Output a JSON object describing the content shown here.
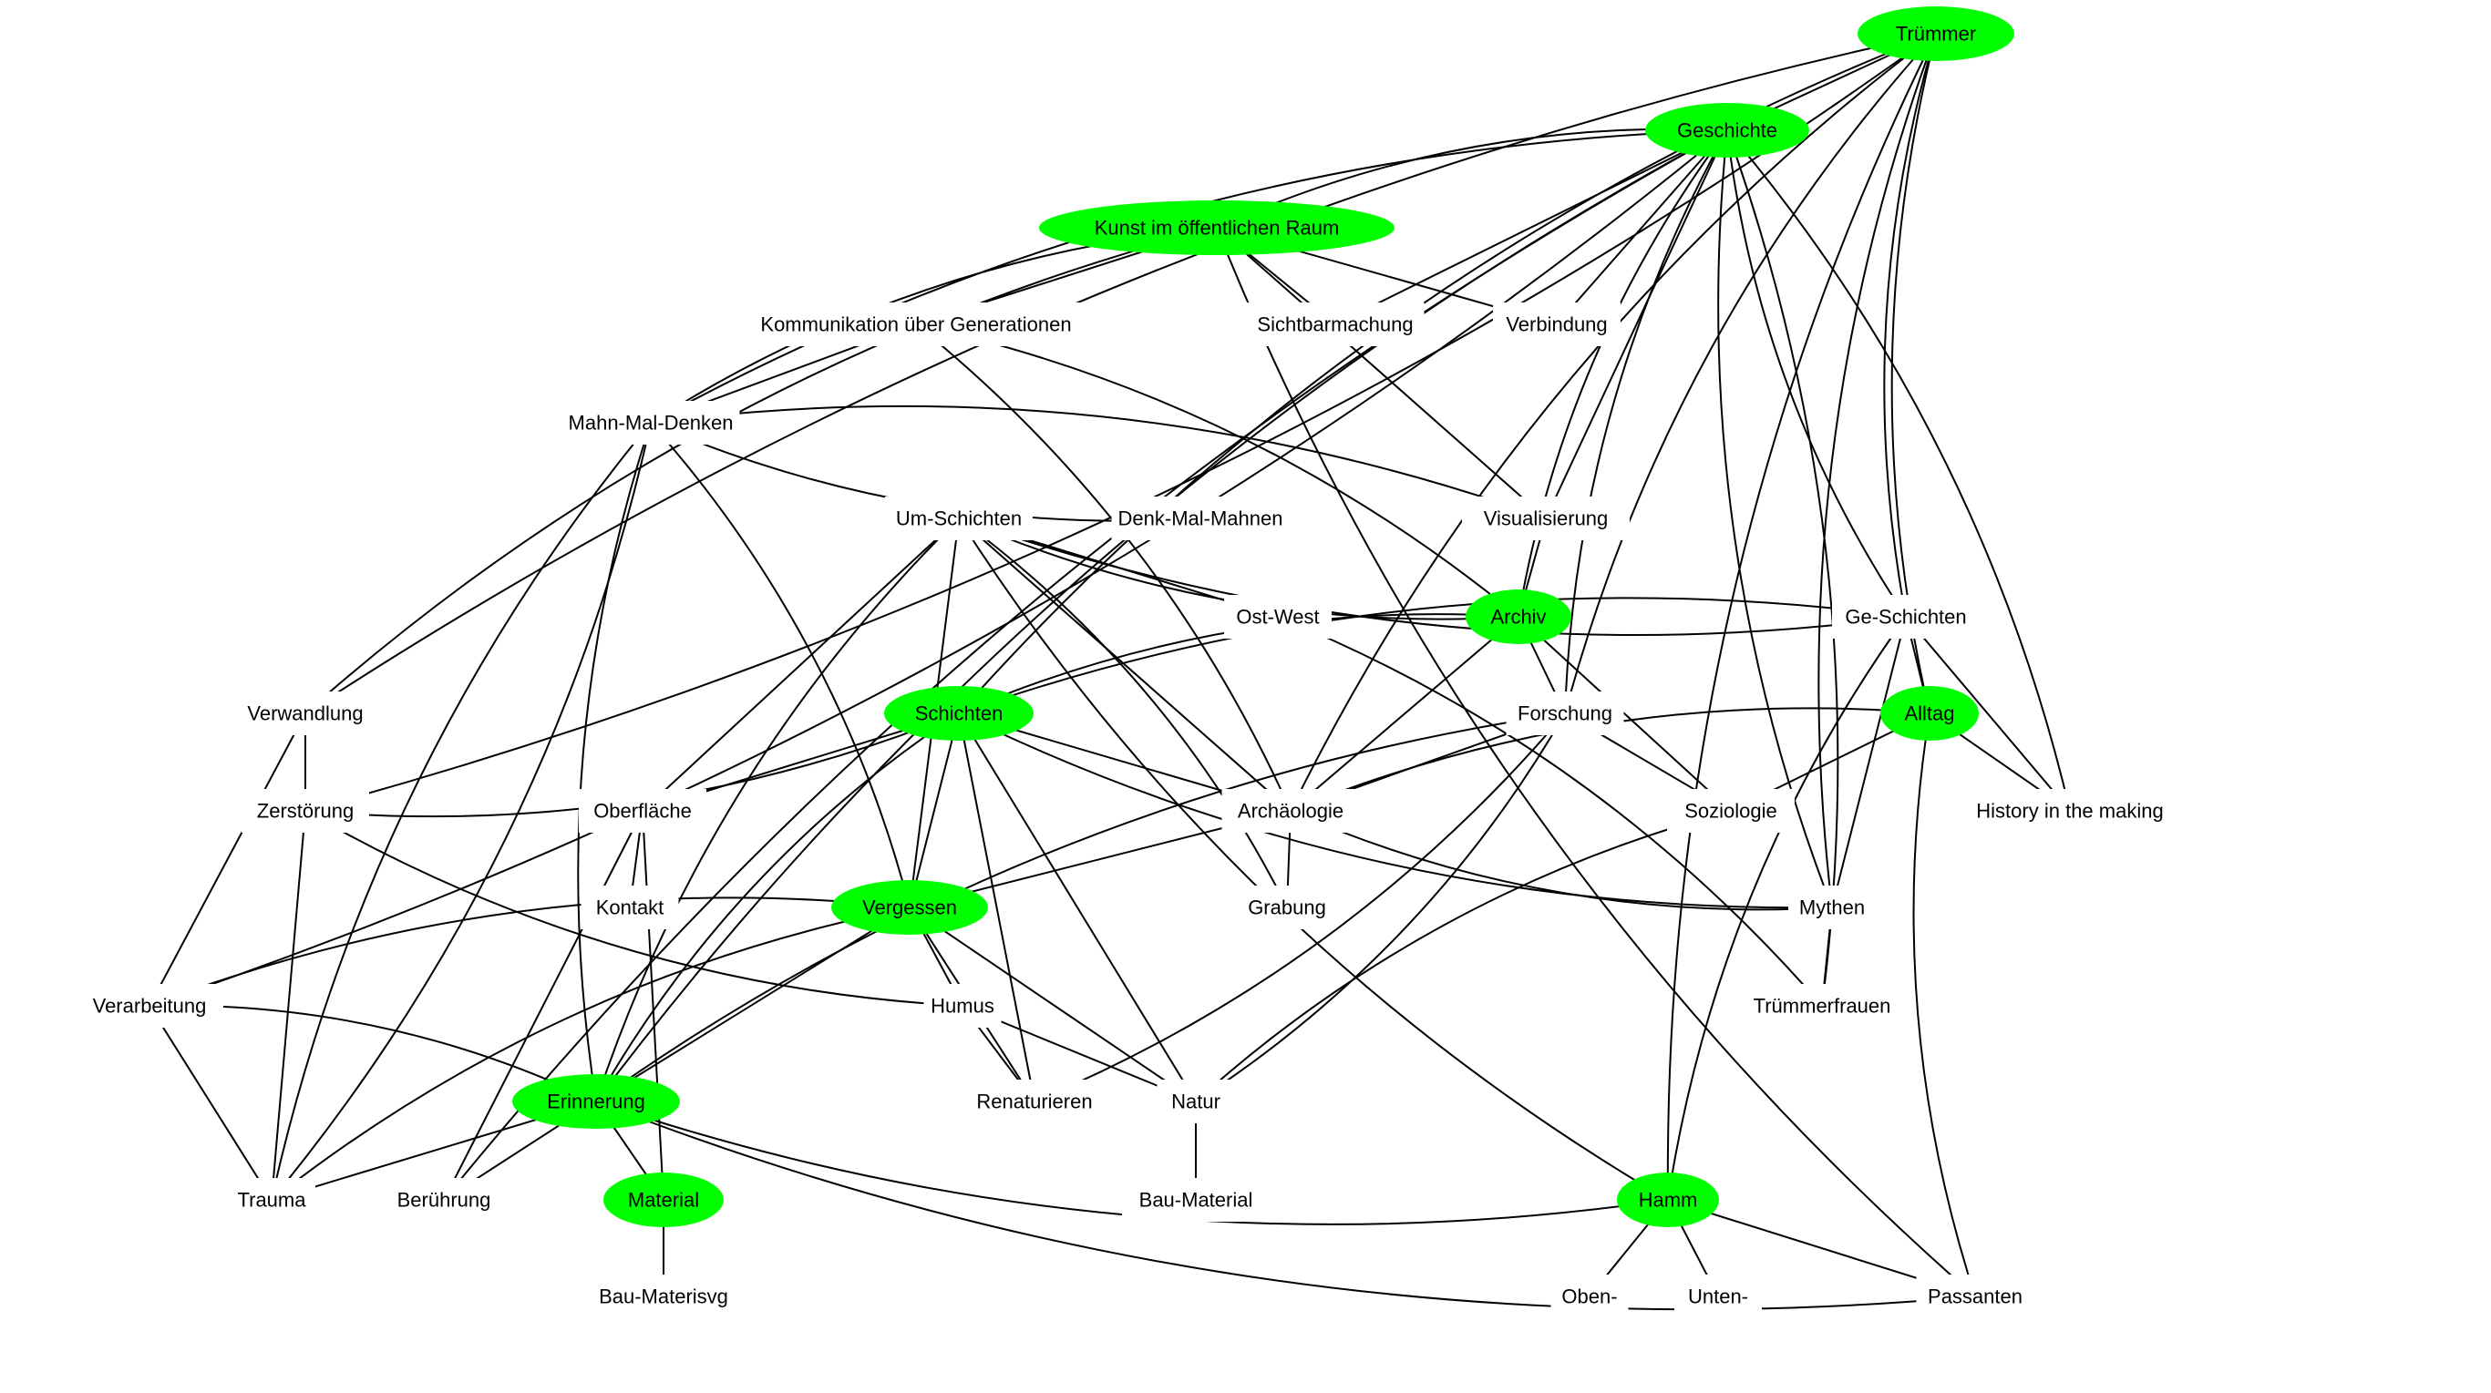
{
  "title": "Begriffsnetz Trümmer",
  "colors": {
    "highlight_node": "#00ff00",
    "edge": "#000000",
    "background": "#ffffff"
  },
  "nodes": [
    {
      "id": "truemmer",
      "label": "Trümmer",
      "highlighted": true
    },
    {
      "id": "geschichte",
      "label": "Geschichte",
      "highlighted": true
    },
    {
      "id": "kunst",
      "label": "Kunst im öffentlichen Raum",
      "highlighted": true
    },
    {
      "id": "kommunikation",
      "label": "Kommunikation über Generationen",
      "highlighted": false
    },
    {
      "id": "sichtbarmachung",
      "label": "Sichtbarmachung",
      "highlighted": false
    },
    {
      "id": "verbindung",
      "label": "Verbindung",
      "highlighted": false
    },
    {
      "id": "mahnmaldenken",
      "label": "Mahn-Mal-Denken",
      "highlighted": false
    },
    {
      "id": "denkmalmahnen",
      "label": "Denk-Mal-Mahnen",
      "highlighted": false
    },
    {
      "id": "visualisierung",
      "label": "Visualisierung",
      "highlighted": false
    },
    {
      "id": "umschichten",
      "label": "Um-Schichten",
      "highlighted": false
    },
    {
      "id": "ostwest",
      "label": "Ost-West",
      "highlighted": false
    },
    {
      "id": "archiv",
      "label": "Archiv",
      "highlighted": true
    },
    {
      "id": "geschichten",
      "label": "Ge-Schichten",
      "highlighted": false
    },
    {
      "id": "verwandlung",
      "label": "Verwandlung",
      "highlighted": false
    },
    {
      "id": "schichten",
      "label": "Schichten",
      "highlighted": true
    },
    {
      "id": "forschung",
      "label": "Forschung",
      "highlighted": false
    },
    {
      "id": "alltag",
      "label": "Alltag",
      "highlighted": true
    },
    {
      "id": "zerstoerung",
      "label": "Zerstörung",
      "highlighted": false
    },
    {
      "id": "oberflaeche",
      "label": "Oberfläche",
      "highlighted": false
    },
    {
      "id": "archaeologie",
      "label": "Archäologie",
      "highlighted": false
    },
    {
      "id": "soziologie",
      "label": "Soziologie",
      "highlighted": false
    },
    {
      "id": "history",
      "label": "History in the making",
      "highlighted": false
    },
    {
      "id": "kontakt",
      "label": "Kontakt",
      "highlighted": false
    },
    {
      "id": "vergessen",
      "label": "Vergessen",
      "highlighted": true
    },
    {
      "id": "grabung",
      "label": "Grabung",
      "highlighted": false
    },
    {
      "id": "mythen",
      "label": "Mythen",
      "highlighted": false
    },
    {
      "id": "verarbeitung",
      "label": "Verarbeitung",
      "highlighted": false
    },
    {
      "id": "humus",
      "label": "Humus",
      "highlighted": false
    },
    {
      "id": "truemmerfrauen",
      "label": "Trümmerfrauen",
      "highlighted": false
    },
    {
      "id": "erinnerung",
      "label": "Erinnerung",
      "highlighted": true
    },
    {
      "id": "renaturieren",
      "label": "Renaturieren",
      "highlighted": false
    },
    {
      "id": "natur",
      "label": "Natur",
      "highlighted": false
    },
    {
      "id": "trauma",
      "label": "Trauma",
      "highlighted": false
    },
    {
      "id": "beruehrung",
      "label": "Berührung",
      "highlighted": false
    },
    {
      "id": "material",
      "label": "Material",
      "highlighted": true
    },
    {
      "id": "baumaterial",
      "label": "Bau-Material",
      "highlighted": false
    },
    {
      "id": "hamm",
      "label": "Hamm",
      "highlighted": true
    },
    {
      "id": "baumaterisvg",
      "label": "Bau-Materisvg",
      "highlighted": false
    },
    {
      "id": "oben",
      "label": "Oben-",
      "highlighted": false
    },
    {
      "id": "unten",
      "label": "Unten-",
      "highlighted": false
    },
    {
      "id": "passanten",
      "label": "Passanten",
      "highlighted": false
    }
  ],
  "edges": [
    [
      "truemmer",
      "geschichte"
    ],
    [
      "truemmer",
      "zerstoerung"
    ],
    [
      "truemmer",
      "schichten"
    ],
    [
      "truemmer",
      "archaeologie"
    ],
    [
      "truemmer",
      "forschung"
    ],
    [
      "truemmer",
      "geschichten"
    ],
    [
      "truemmer",
      "alltag"
    ],
    [
      "truemmer",
      "mythen"
    ],
    [
      "truemmer",
      "hamm"
    ],
    [
      "truemmer",
      "verwandlung"
    ],
    [
      "geschichte",
      "kunst"
    ],
    [
      "geschichte",
      "sichtbarmachung"
    ],
    [
      "geschichte",
      "verbindung"
    ],
    [
      "geschichte",
      "visualisierung"
    ],
    [
      "geschichte",
      "archiv"
    ],
    [
      "geschichte",
      "forschung"
    ],
    [
      "geschichte",
      "geschichten"
    ],
    [
      "geschichte",
      "history"
    ],
    [
      "geschichte",
      "truemmerfrauen"
    ],
    [
      "geschichte",
      "mythen"
    ],
    [
      "geschichte",
      "mahnmaldenken"
    ],
    [
      "geschichte",
      "verarbeitung"
    ],
    [
      "geschichte",
      "erinnerung"
    ],
    [
      "geschichte",
      "beruehrung"
    ],
    [
      "kunst",
      "kommunikation"
    ],
    [
      "kunst",
      "sichtbarmachung"
    ],
    [
      "kunst",
      "verbindung"
    ],
    [
      "kunst",
      "mahnmaldenken"
    ],
    [
      "kunst",
      "verwandlung"
    ],
    [
      "kunst",
      "visualisierung"
    ],
    [
      "kunst",
      "passanten"
    ],
    [
      "kommunikation",
      "mahnmaldenken"
    ],
    [
      "kommunikation",
      "archaeologie"
    ],
    [
      "kommunikation",
      "archiv"
    ],
    [
      "mahnmaldenken",
      "denkmalmahnen"
    ],
    [
      "mahnmaldenken",
      "visualisierung"
    ],
    [
      "mahnmaldenken",
      "trauma"
    ],
    [
      "mahnmaldenken",
      "erinnerung"
    ],
    [
      "mahnmaldenken",
      "vergessen"
    ],
    [
      "visualisierung",
      "archiv"
    ],
    [
      "umschichten",
      "ostwest"
    ],
    [
      "umschichten",
      "archiv"
    ],
    [
      "umschichten",
      "geschichten"
    ],
    [
      "umschichten",
      "oberflaeche"
    ],
    [
      "umschichten",
      "vergessen"
    ],
    [
      "umschichten",
      "erinnerung"
    ],
    [
      "umschichten",
      "archaeologie"
    ],
    [
      "umschichten",
      "grabung"
    ],
    [
      "umschichten",
      "hamm"
    ],
    [
      "ostwest",
      "truemmerfrauen"
    ],
    [
      "archiv",
      "schichten"
    ],
    [
      "archiv",
      "forschung"
    ],
    [
      "archiv",
      "archaeologie"
    ],
    [
      "archiv",
      "soziologie"
    ],
    [
      "geschichten",
      "schichten"
    ],
    [
      "geschichten",
      "alltag"
    ],
    [
      "geschichten",
      "history"
    ],
    [
      "geschichten",
      "mythen"
    ],
    [
      "geschichten",
      "hamm"
    ],
    [
      "verwandlung",
      "zerstoerung"
    ],
    [
      "verwandlung",
      "verarbeitung"
    ],
    [
      "schichten",
      "zerstoerung"
    ],
    [
      "schichten",
      "oberflaeche"
    ],
    [
      "schichten",
      "archaeologie"
    ],
    [
      "schichten",
      "vergessen"
    ],
    [
      "schichten",
      "erinnerung"
    ],
    [
      "schichten",
      "renaturieren"
    ],
    [
      "schichten",
      "natur"
    ],
    [
      "schichten",
      "mythen"
    ],
    [
      "forschung",
      "archaeologie"
    ],
    [
      "forschung",
      "soziologie"
    ],
    [
      "forschung",
      "erinnerung"
    ],
    [
      "forschung",
      "renaturieren"
    ],
    [
      "forschung",
      "natur"
    ],
    [
      "alltag",
      "archaeologie"
    ],
    [
      "alltag",
      "soziologie"
    ],
    [
      "alltag",
      "history"
    ],
    [
      "alltag",
      "passanten"
    ],
    [
      "zerstoerung",
      "trauma"
    ],
    [
      "zerstoerung",
      "humus"
    ],
    [
      "oberflaeche",
      "kontakt"
    ],
    [
      "oberflaeche",
      "beruehrung"
    ],
    [
      "oberflaeche",
      "material"
    ],
    [
      "archaeologie",
      "grabung"
    ],
    [
      "archaeologie",
      "vergessen"
    ],
    [
      "archaeologie",
      "mythen"
    ],
    [
      "soziologie",
      "natur"
    ],
    [
      "vergessen",
      "verarbeitung"
    ],
    [
      "vergessen",
      "humus"
    ],
    [
      "vergessen",
      "renaturieren"
    ],
    [
      "vergessen",
      "natur"
    ],
    [
      "vergessen",
      "erinnerung"
    ],
    [
      "vergessen",
      "trauma"
    ],
    [
      "mythen",
      "truemmerfrauen"
    ],
    [
      "verarbeitung",
      "erinnerung"
    ],
    [
      "verarbeitung",
      "trauma"
    ],
    [
      "humus",
      "renaturieren"
    ],
    [
      "humus",
      "natur"
    ],
    [
      "erinnerung",
      "trauma"
    ],
    [
      "erinnerung",
      "beruehrung"
    ],
    [
      "erinnerung",
      "material"
    ],
    [
      "erinnerung",
      "hamm"
    ],
    [
      "erinnerung",
      "passanten"
    ],
    [
      "natur",
      "baumaterial"
    ],
    [
      "material",
      "baumaterisvg"
    ],
    [
      "hamm",
      "oben"
    ],
    [
      "hamm",
      "unten"
    ],
    [
      "hamm",
      "passanten"
    ],
    [
      "trauma",
      "mahnmaldenken"
    ]
  ]
}
